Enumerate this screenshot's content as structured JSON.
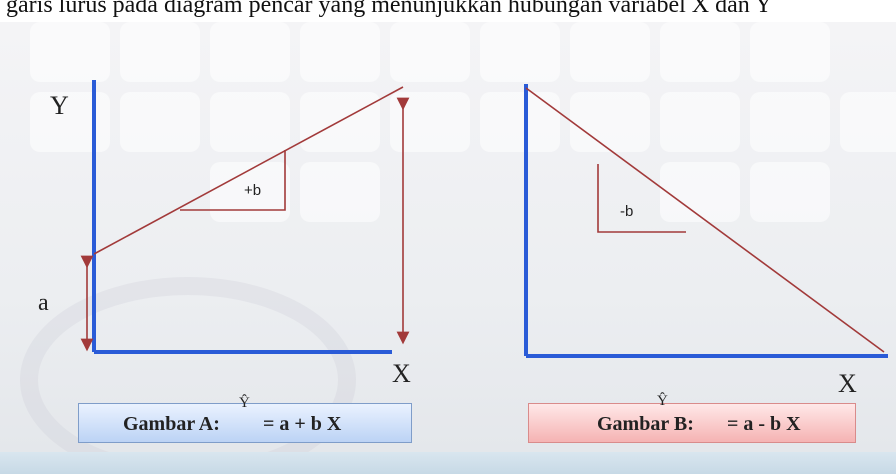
{
  "header_text": "garis lurus pada diagram pencar yang menunjukkan hubungan variabel X dan Y",
  "figure_a": {
    "y_axis_label": "Y",
    "x_axis_label": "X",
    "intercept_label": "a",
    "slope_label": "+b",
    "caption_prefix": "Gambar A:",
    "caption_hat": "Ŷ",
    "caption_formula": "= a + b X"
  },
  "figure_b": {
    "x_axis_label": "X",
    "slope_label": "-b",
    "caption_prefix": "Gambar B:",
    "caption_hat": "Ŷ",
    "caption_formula": "= a - b X"
  },
  "colors": {
    "axis": "#2a5bd7",
    "line": "#a23a3a",
    "caption_a_bg": "#bcd3f5",
    "caption_b_bg": "#f5b3b3"
  }
}
